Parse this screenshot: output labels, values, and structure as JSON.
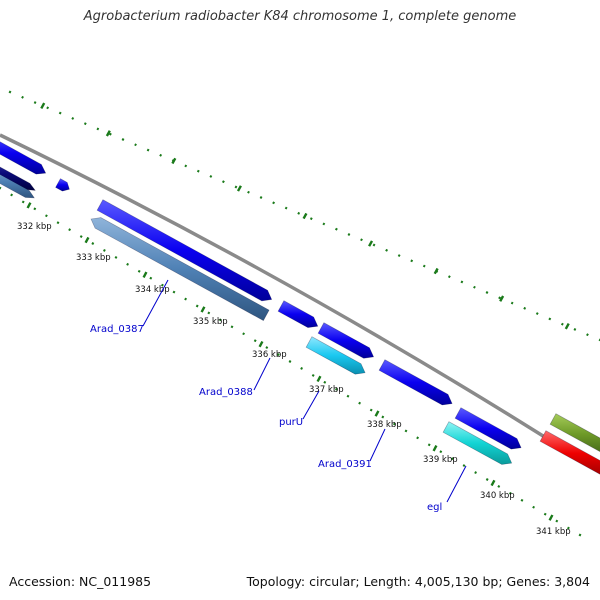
{
  "title": "Agrobacterium radiobacter K84 chromosome 1, complete genome",
  "footer": {
    "accession": "Accession: NC_011985",
    "topology": "Topology: circular; Length: 4,005,130 bp; Genes: 3,804"
  },
  "ruler_labels": [
    "332 kbp",
    "333 kbp",
    "334 kbp",
    "335 kbp",
    "336 kbp",
    "337 kbp",
    "338 kbp",
    "339 kbp",
    "340 kbp",
    "341 kbp"
  ],
  "gene_labels": [
    "Arad_0387",
    "Arad_0388",
    "purU",
    "Arad_0391",
    "egl"
  ],
  "colors": {
    "backbone": "#8a8a8a",
    "ruler": "#1a7a1a",
    "gene_label": "#0000cc",
    "cds_blue": "#0a00f0",
    "gene_steel": "#4f81b5",
    "gene_cyan": "#1ac8f0",
    "gene_teal": "#12d4d4",
    "gene_navy": "#0a0a78",
    "olive": "#6e9a28",
    "red": "#ee0000"
  }
}
